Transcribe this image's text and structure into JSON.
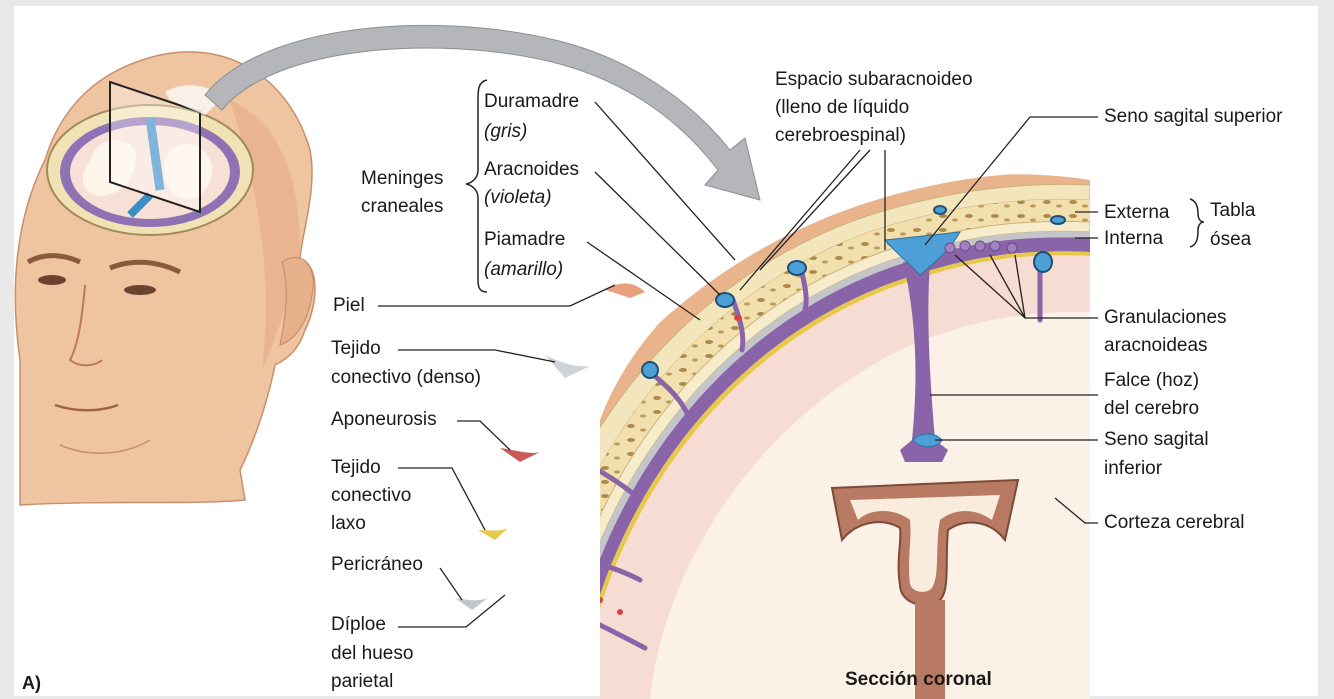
{
  "panel_letter": "A)",
  "caption": "Sección coronal",
  "meninges": {
    "group_l1": "Meninges",
    "group_l2": "craneales",
    "duramadre": "Duramadre",
    "duramadre_color": "(gris)",
    "aracnoides": "Aracnoides",
    "aracnoides_color": "(violeta)",
    "piamadre": "Piamadre",
    "piamadre_color": "(amarillo)"
  },
  "scalp": {
    "piel": "Piel",
    "tejido_denso_l1": "Tejido",
    "tejido_denso_l2": "conectivo (denso)",
    "aponeurosis": "Aponeurosis",
    "tejido_laxo_l1": "Tejido",
    "tejido_laxo_l2": "conectivo",
    "tejido_laxo_l3": "laxo",
    "pericraneo": "Pericráneo",
    "diploe_l1": "Díploe",
    "diploe_l2": "del hueso",
    "diploe_l3": "parietal"
  },
  "top": {
    "espacio_l1": "Espacio subaracnoideo",
    "espacio_l2": "(lleno de líquido",
    "espacio_l3": "cerebroespinal)"
  },
  "right": {
    "seno_superior": "Seno sagital superior",
    "externa": "Externa",
    "interna": "Interna",
    "tabla_l1": "Tabla",
    "tabla_l2": "ósea",
    "granulaciones_l1": "Granulaciones",
    "granulaciones_l2": "aracnoideas",
    "falce_l1": "Falce (hoz)",
    "falce_l2": "del cerebro",
    "seno_inferior_l1": "Seno sagital",
    "seno_inferior_l2": "inferior",
    "corteza": "Corteza cerebral"
  },
  "colors": {
    "skin": "#e9b48c",
    "dura": "#b9bcc0",
    "arachnoid": "#8a64a8",
    "pia": "#e8c84a",
    "csf": "#5aa7d8",
    "bone": "#eedcb0",
    "cortex": "#f6dcd2",
    "white_matter": "#fbf1e6",
    "ventricle": "#b87a62"
  }
}
